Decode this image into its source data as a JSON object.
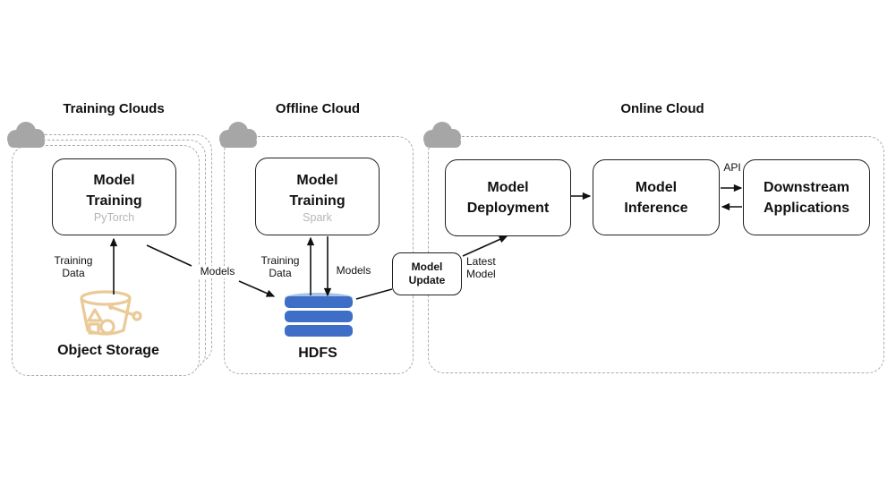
{
  "sections": {
    "training": {
      "title": "Training Clouds"
    },
    "offline": {
      "title": "Offline Cloud"
    },
    "online": {
      "title": "Online Cloud"
    }
  },
  "nodes": {
    "model_training_pytorch": {
      "title_line1": "Model",
      "title_line2": "Training",
      "subtitle": "PyTorch"
    },
    "model_training_spark": {
      "title_line1": "Model",
      "title_line2": "Training",
      "subtitle": "Spark"
    },
    "model_deployment": {
      "title_line1": "Model",
      "title_line2": "Deployment"
    },
    "model_inference": {
      "title_line1": "Model",
      "title_line2": "Inference"
    },
    "downstream_applications": {
      "title_line1": "Downstream",
      "title_line2": "Applications"
    },
    "model_update": {
      "title_line1": "Model",
      "title_line2": "Update"
    },
    "object_storage": {
      "label": "Object Storage"
    },
    "hdfs": {
      "label": "HDFS"
    }
  },
  "edge_labels": {
    "training_data_left": {
      "line1": "Training",
      "line2": "Data"
    },
    "models_cross_cloud": "Models",
    "training_data_offline": {
      "line1": "Training",
      "line2": "Data"
    },
    "models_offline": "Models",
    "latest_model": {
      "line1": "Latest",
      "line2": "Model"
    },
    "api": "API"
  },
  "colors": {
    "hdfs_blue": "#3E6EC6",
    "hdfs_light_blue": "#A7C4E8",
    "bucket_tan": "#EACA97",
    "cloud_gray": "#A6A6A6"
  }
}
